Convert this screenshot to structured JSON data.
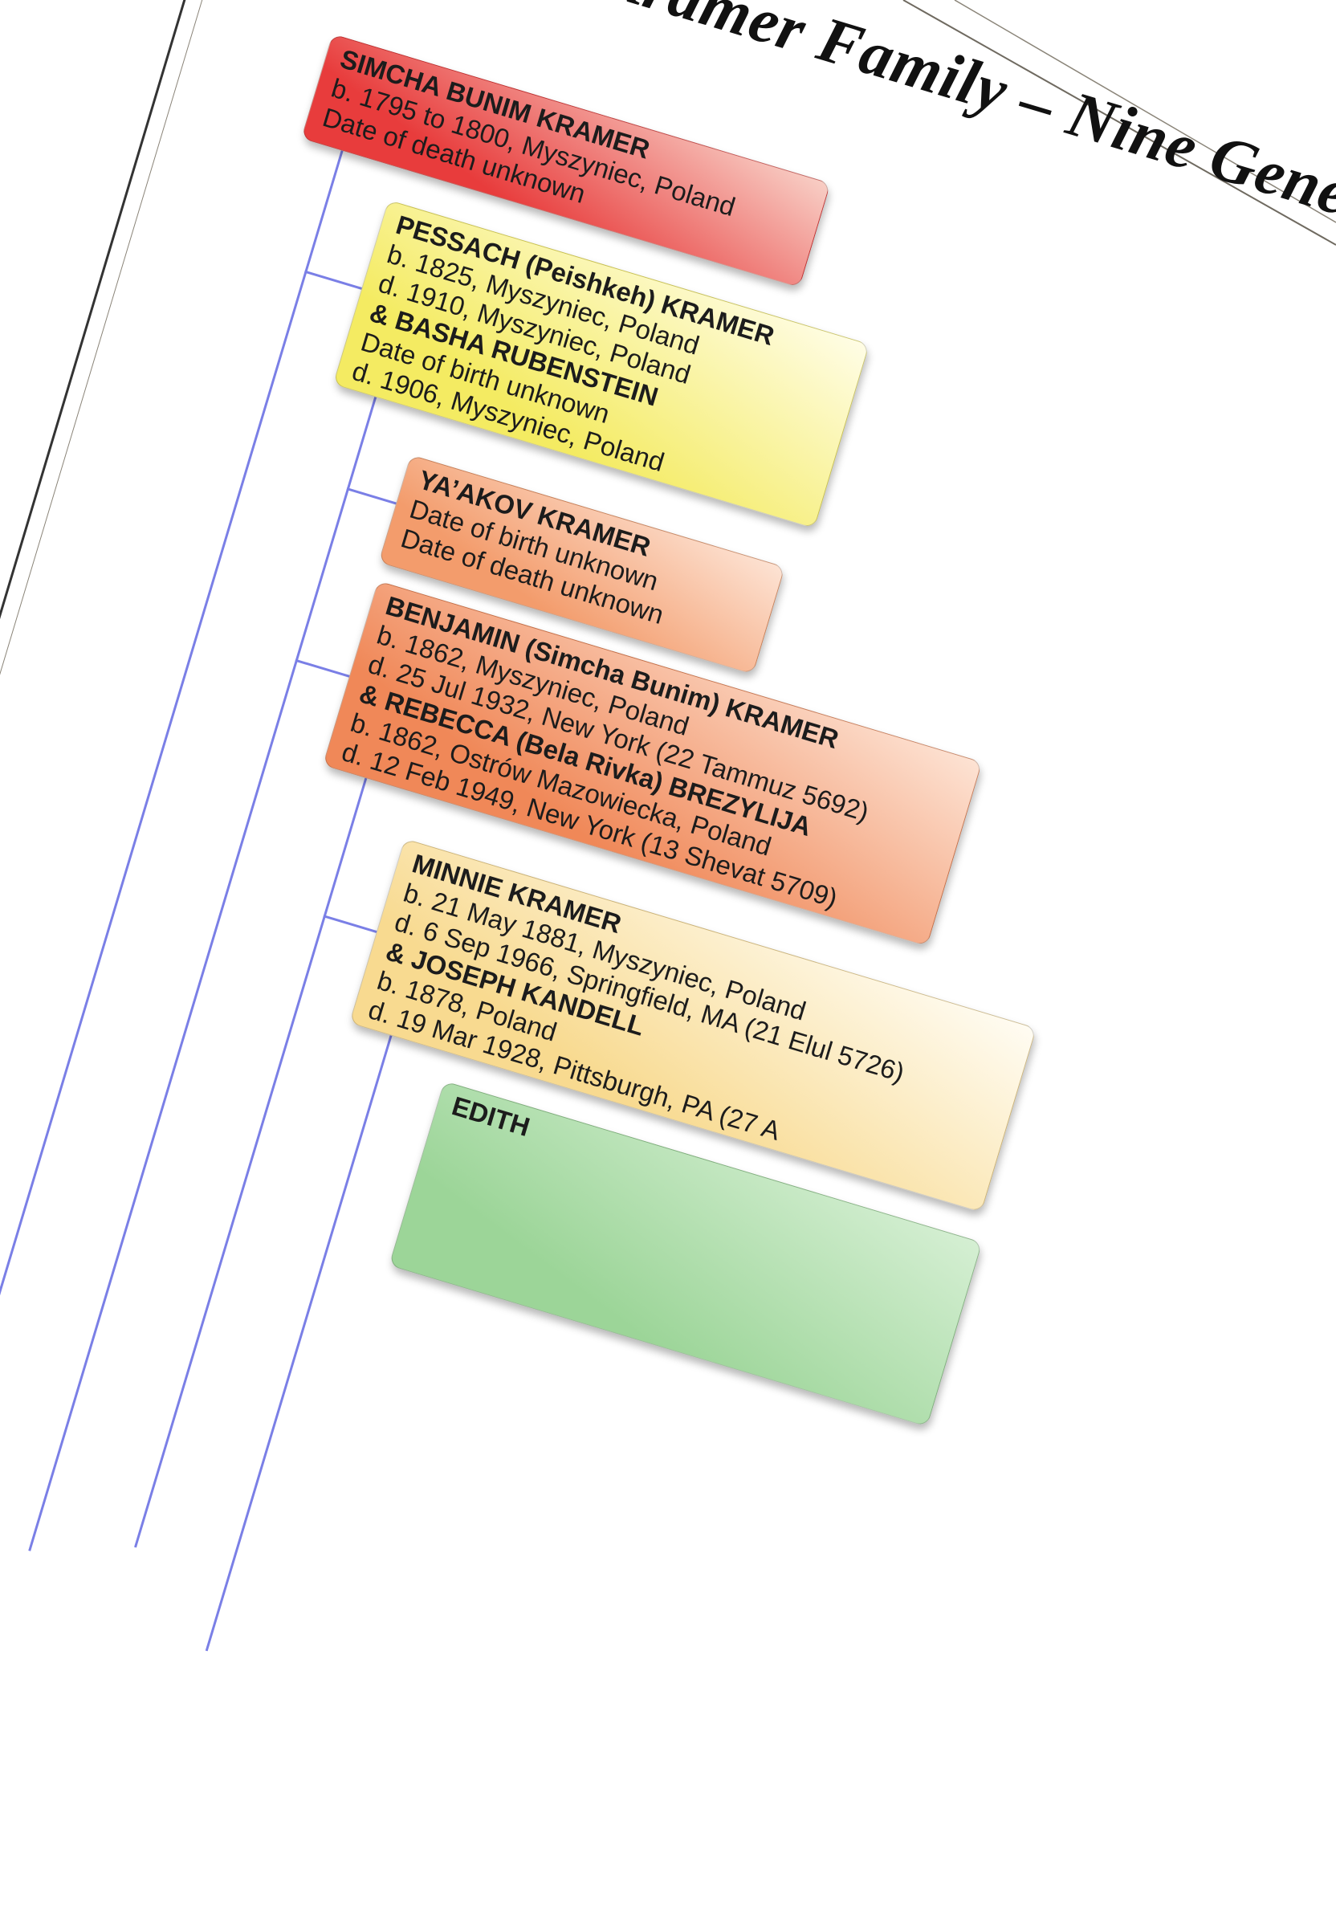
{
  "title": "The Kramer Family – Nine Generations",
  "colors": {
    "connector": "#7a7fe6",
    "generation_1": [
      "#f8cfc6",
      "#e83c3c"
    ],
    "generation_2": [
      "#fffde6",
      "#f4eb62"
    ],
    "generation_3a": [
      "#fde3d4",
      "#f39c6c"
    ],
    "generation_3b": [
      "#fde3d4",
      "#f08858"
    ],
    "generation_4": [
      "#fffcf3",
      "#f8da90"
    ],
    "generation_5": [
      "#d5efd3",
      "#9cd598"
    ]
  },
  "persons": [
    {
      "id": "simcha-bunim-kramer",
      "lines": [
        {
          "text": "SIMCHA BUNIM KRAMER",
          "bold": true
        },
        {
          "text": "b. 1795 to 1800, Myszyniec, Poland",
          "bold": false
        },
        {
          "text": "Date of death unknown",
          "bold": false
        }
      ]
    },
    {
      "id": "pessach-kramer",
      "lines": [
        {
          "text": "PESSACH (Peishkeh) KRAMER",
          "bold": true
        },
        {
          "text": "b. 1825, Myszyniec, Poland",
          "bold": false
        },
        {
          "text": "d. 1910, Myszyniec, Poland",
          "bold": false
        },
        {
          "text": "& BASHA RUBENSTEIN",
          "bold": true
        },
        {
          "text": "Date of birth unknown",
          "bold": false
        },
        {
          "text": "d. 1906, Myszyniec, Poland",
          "bold": false
        }
      ]
    },
    {
      "id": "yaakov-kramer",
      "lines": [
        {
          "text": "YA’AKOV KRAMER",
          "bold": true
        },
        {
          "text": "Date of birth unknown",
          "bold": false
        },
        {
          "text": "Date of death unknown",
          "bold": false
        }
      ]
    },
    {
      "id": "benjamin-kramer",
      "lines": [
        {
          "text": "BENJAMIN (Simcha Bunim) KRAMER",
          "bold": true
        },
        {
          "text": "b. 1862, Myszyniec, Poland",
          "bold": false
        },
        {
          "text": "d. 25 Jul 1932, New York (22 Tammuz 5692)",
          "bold": false
        },
        {
          "text": "& REBECCA (Bela Rivka) BREZYLIJA",
          "bold": true
        },
        {
          "text": "b. 1862, Ostrów Mazowiecka, Poland",
          "bold": false
        },
        {
          "text": "d. 12 Feb 1949, New York (13 Shevat 5709)",
          "bold": false
        }
      ]
    },
    {
      "id": "minnie-kramer",
      "lines": [
        {
          "text": "MINNIE KRAMER",
          "bold": true
        },
        {
          "text": "b. 21 May 1881, Myszyniec, Poland",
          "bold": false
        },
        {
          "text": "d. 6 Sep 1966, Springfield, MA (21 Elul 5726)",
          "bold": false
        },
        {
          "text": "& JOSEPH KANDELL",
          "bold": true
        },
        {
          "text": "b. 1878, Poland",
          "bold": false
        },
        {
          "text": "d. 19 Mar 1928, Pittsburgh, PA (27 A",
          "bold": false
        }
      ]
    },
    {
      "id": "edith",
      "lines": [
        {
          "text": "EDITH",
          "bold": true
        }
      ]
    }
  ]
}
